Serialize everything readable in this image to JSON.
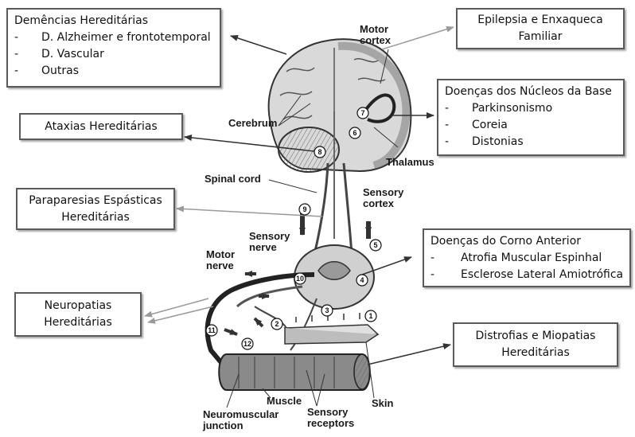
{
  "boxes": {
    "dementias": {
      "title": "Demências Hereditárias",
      "items": [
        "D. Alzheimer e frontotemporal",
        "D. Vascular",
        "Outras"
      ]
    },
    "epilepsy": {
      "line1": "Epilepsia e Enxaqueca",
      "line2": "Familiar"
    },
    "basal_ganglia": {
      "title": "Doenças dos Núcleos da Base",
      "items": [
        "Parkinsonismo",
        "Coreia",
        "Distonias"
      ]
    },
    "ataxias": {
      "text": "Ataxias Hereditárias"
    },
    "paraparesis": {
      "line1": "Paraparesias Espásticas",
      "line2": "Hereditárias"
    },
    "anterior_horn": {
      "title": "Doenças do Corno Anterior",
      "items": [
        "Atrofia Muscular Espinhal",
        "Esclerose Lateral Amiotrófica"
      ]
    },
    "neuropathies": {
      "line1": "Neuropatias",
      "line2": "Hereditárias"
    },
    "dystrophies": {
      "line1": "Distrofias e Miopatias",
      "line2": "Hereditárias"
    }
  },
  "figure_labels": {
    "motor_cortex_1": "Motor",
    "motor_cortex_2": "cortex",
    "cerebrum": "Cerebrum",
    "thalamus": "Thalamus",
    "spinal_cord": "Spinal cord",
    "sensory_cortex_1": "Sensory",
    "sensory_cortex_2": "cortex",
    "sensory_nerve_1": "Sensory",
    "sensory_nerve_2": "nerve",
    "motor_nerve_1": "Motor",
    "motor_nerve_2": "nerve",
    "muscle": "Muscle",
    "skin": "Skin",
    "nmj_1": "Neuromuscular",
    "nmj_2": "junction",
    "sensory_receptors_1": "Sensory",
    "sensory_receptors_2": "receptors"
  },
  "pathway_numbers": [
    "1",
    "2",
    "3",
    "4",
    "5",
    "6",
    "7",
    "8",
    "9",
    "10",
    "11",
    "12"
  ],
  "colors": {
    "arrow_dark": "#333333",
    "arrow_light": "#9a9a9a",
    "box_border": "#5a5a5a"
  }
}
